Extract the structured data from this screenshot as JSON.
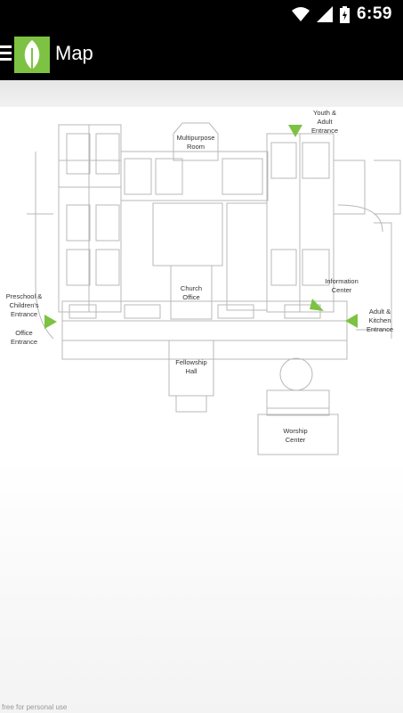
{
  "status_bar": {
    "time": "6:59"
  },
  "app_bar": {
    "title": "Map"
  },
  "map": {
    "labels": {
      "youth_adult_entrance": "Youth &\nAdult\nEntrance",
      "multipurpose_room": "Multipurpose\nRoom",
      "preschool_childrens_entrance": "Preschool &\nChildren's\nEntrance",
      "office_entrance": "Office\nEntrance",
      "church_office": "Church\nOffice",
      "information_center": "Information\nCenter",
      "adult_kitchen_entrance": "Adult &\nKitchen\nEntrance",
      "fellowship_hall": "Fellowship\nHall",
      "worship_center": "Worship\nCenter"
    },
    "accent_color": "#7dc242"
  },
  "watermark": "free for personal use"
}
